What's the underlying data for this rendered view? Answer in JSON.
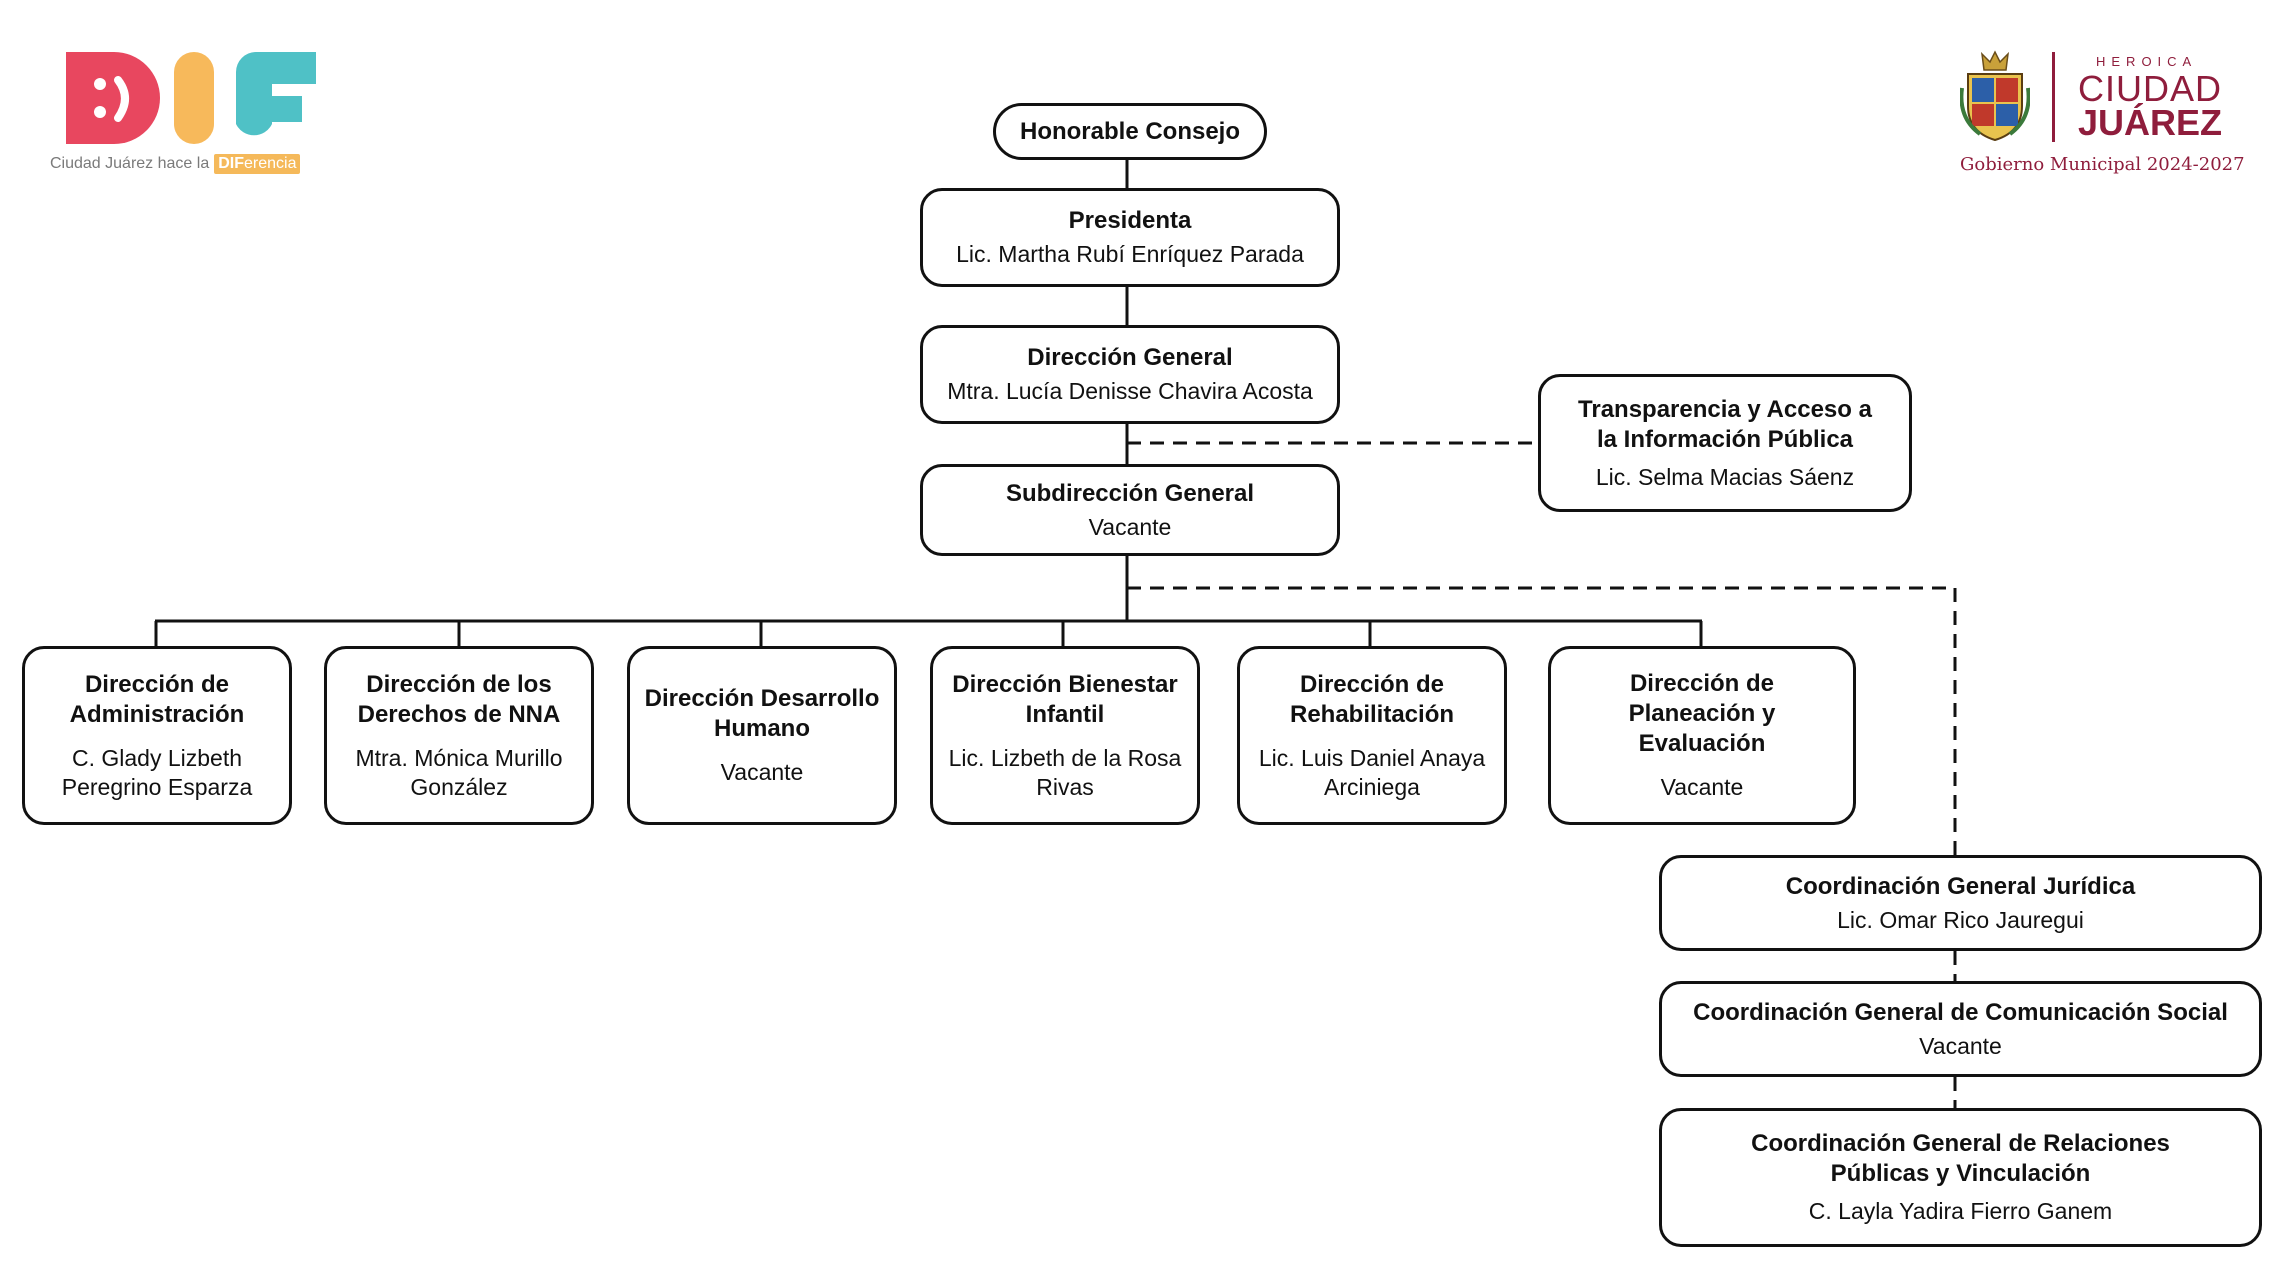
{
  "logos": {
    "dif": {
      "letters": "DIF",
      "tagline_prefix": "Ciudad Juárez hace la",
      "tagline_highlight_a": "DIF",
      "tagline_highlight_b": "erencia",
      "colors": {
        "d": "#e8475f",
        "i": "#f7b95b",
        "f": "#4fc1c6"
      }
    },
    "municipal": {
      "heroica": "HEROICA",
      "ciudad": "CIUDAD",
      "juarez": "JUÁREZ",
      "gobierno": "Gobierno Municipal 2024-2027",
      "color": "#8f1d3c",
      "crest_icon": "coat-of-arms-icon"
    }
  },
  "org": {
    "consejo": {
      "title": "Honorable Consejo"
    },
    "presidenta": {
      "title": "Presidenta",
      "holder": "Lic. Martha Rubí Enríquez Parada"
    },
    "direccion_general": {
      "title": "Dirección General",
      "holder": "Mtra. Lucía Denisse Chavira Acosta"
    },
    "transparencia": {
      "title": "Transparencia y Acceso a la Información Pública",
      "holder": "Lic. Selma Macias Sáenz"
    },
    "subdireccion": {
      "title": "Subdirección General",
      "holder": "Vacante"
    },
    "direcciones": [
      {
        "title": "Dirección de Administración",
        "holder": "C. Glady Lizbeth Peregrino Esparza"
      },
      {
        "title": "Dirección de los Derechos de NNA",
        "holder": "Mtra. Mónica Murillo González"
      },
      {
        "title": "Dirección Desarrollo Humano",
        "holder": "Vacante"
      },
      {
        "title": "Dirección Bienestar Infantil",
        "holder": "Lic. Lizbeth de la Rosa Rivas"
      },
      {
        "title": "Dirección de Rehabilitación",
        "holder": "Lic. Luis Daniel Anaya Arciniega"
      },
      {
        "title": "Dirección de  Planeación y Evaluación",
        "holder": "Vacante"
      }
    ],
    "coordinaciones": [
      {
        "title": "Coordinación General Jurídica",
        "holder": "Lic. Omar Rico Jauregui"
      },
      {
        "title": "Coordinación General de Comunicación Social",
        "holder": "Vacante"
      },
      {
        "title": "Coordinación General de Relaciones Públicas y Vinculación",
        "holder": "C. Layla Yadira Fierro Ganem"
      }
    ]
  }
}
